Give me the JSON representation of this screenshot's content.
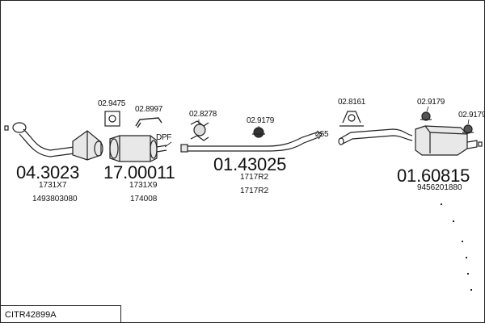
{
  "diagram_code": "CITR42899A",
  "callouts": {
    "gasket_a": "02.9475",
    "clamp_a": "02.8997",
    "mount_a": "02.8278",
    "dpf_label": "DPF",
    "mount_b": "02.9179",
    "diameter": "⌀55",
    "mount_c": "02.8161",
    "mount_d": "02.9179",
    "mount_e": "02.9179"
  },
  "sections": [
    {
      "number": "04.3023",
      "refs": [
        "1731X7",
        "1493803080"
      ]
    },
    {
      "number": "17.00011",
      "refs": [
        "1731X9",
        "174008"
      ]
    },
    {
      "number": "01.43025",
      "refs": [
        "1717R2",
        "1717R2"
      ]
    },
    {
      "number": "01.60815",
      "refs": [
        "9456201880"
      ]
    }
  ]
}
